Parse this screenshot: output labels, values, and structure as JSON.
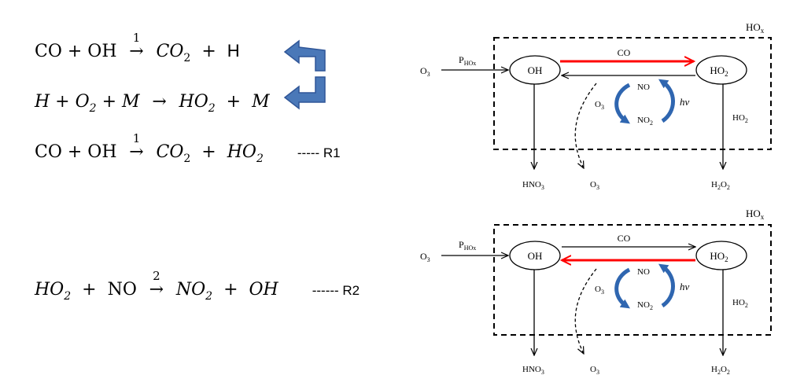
{
  "equations": {
    "eq1": {
      "left": "CO + OH",
      "num": "1",
      "right_a": "CO",
      "right_a_sub": "2",
      "plus": "+",
      "right_b": "H"
    },
    "eq2": {
      "a": "H",
      "b": "O",
      "b_sub": "2",
      "c": "M",
      "right_a": "HO",
      "right_a_sub": "2",
      "right_b": "M"
    },
    "eq3": {
      "left": "CO + OH",
      "num": "1",
      "right_a": "CO",
      "right_a_sub": "2",
      "right_b": "HO",
      "right_b_sub": "2",
      "tag": "----- R1"
    },
    "eq4": {
      "a": "HO",
      "a_sub": "2",
      "b": "NO",
      "num": "2",
      "right_a": "NO",
      "right_a_sub": "2",
      "right_b": "OH",
      "tag": "------ R2"
    }
  },
  "diagram": {
    "box_label": "HO",
    "box_label_sub": "x",
    "o3_in": "O",
    "o3_in_sub": "3",
    "p_label": "P",
    "p_label_sub": "HOx",
    "oh": "OH",
    "ho2": "HO",
    "ho2_sub": "2",
    "co": "CO",
    "no": "NO",
    "no2": "NO",
    "no2_sub": "2",
    "o3_cycle": "O",
    "o3_cycle_sub": "3",
    "hv": "hv",
    "ho2_side": "HO",
    "ho2_side_sub": "2",
    "hno3": "HNO",
    "hno3_sub": "3",
    "o3_out": "O",
    "o3_out_sub": "3",
    "h2o2_a": "H",
    "h2o2_a_sub": "2",
    "h2o2_b": "O",
    "h2o2_b_sub": "2"
  },
  "colors": {
    "highlight": "#ff0000",
    "blue_arrow": "#4a78b8",
    "blue_arrow_edge": "#2f5597",
    "cycle_blue": "#2f66b0"
  }
}
